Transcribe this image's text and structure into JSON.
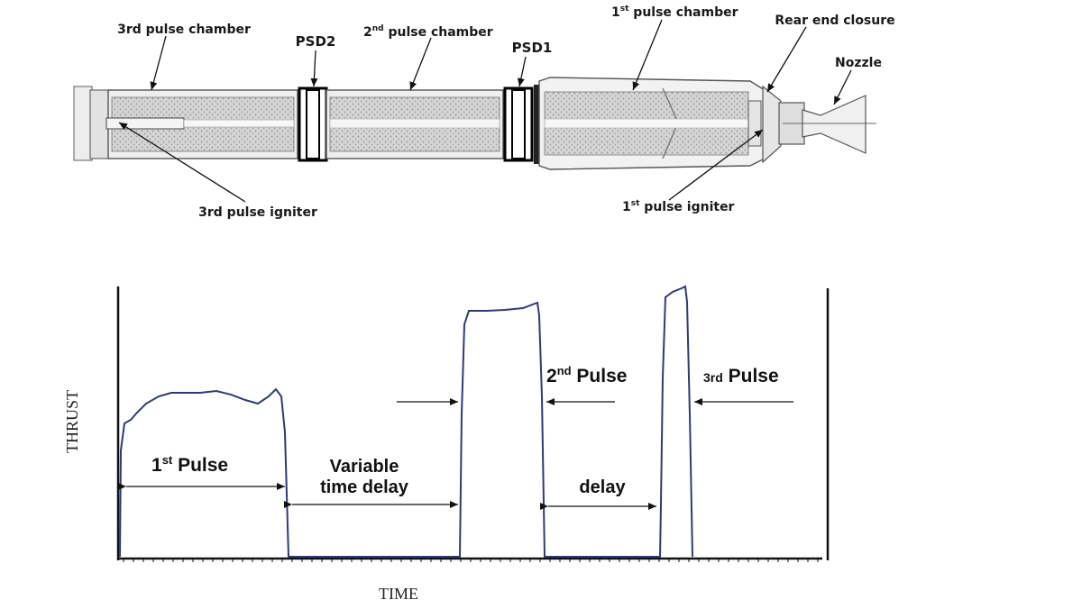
{
  "motor_diagram": {
    "labels": {
      "third_chamber": "3rd pulse chamber",
      "psd2": "PSD2",
      "second_chamber": {
        "num": "2",
        "sup": "nd",
        "rest": " pulse chamber"
      },
      "psd1": "PSD1",
      "first_chamber": {
        "num": "1",
        "sup": "st",
        "rest": " pulse chamber"
      },
      "rear_end_closure": "Rear end closure",
      "nozzle": "Nozzle",
      "third_igniter": "3rd pulse igniter",
      "first_igniter": {
        "num": "1",
        "sup": "st",
        "rest": " pulse igniter"
      }
    }
  },
  "thrust_plot": {
    "axis_labels": {
      "y": "THRUST",
      "x": "TIME"
    },
    "annotations": {
      "first_pulse": {
        "num": "1",
        "sup": "st",
        "rest": " Pulse"
      },
      "variable_delay_line1": "Variable",
      "variable_delay_line2": "time delay",
      "second_pulse": {
        "num": "2",
        "sup": "nd",
        "rest": " Pulse"
      },
      "delay": "delay",
      "third_pulse": {
        "pre": "3rd",
        "rest": " Pulse"
      }
    },
    "colors": {
      "trace": "#2e3a7a",
      "axes": "#111111"
    }
  }
}
